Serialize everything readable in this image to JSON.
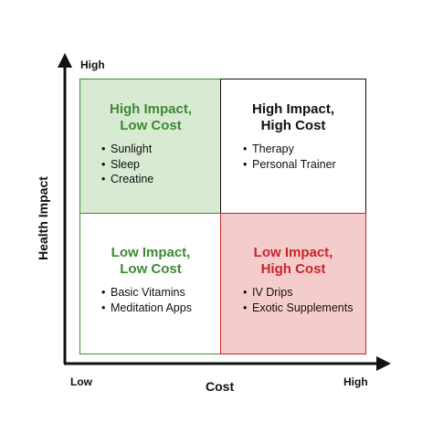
{
  "colors": {
    "green_accent": "#3d8a35",
    "red_accent": "#c8252c",
    "green_fill": "#d8ead2",
    "red_fill": "#f5cccc",
    "border_dark": "#111111"
  },
  "axes": {
    "y_title": "Health Impact",
    "x_title": "Cost",
    "y_high": "High",
    "x_low": "Low",
    "x_high": "High"
  },
  "quadrants": {
    "top_left": {
      "title": "High Impact,\nLow Cost",
      "items": [
        "Sunlight",
        "Sleep",
        "Creatine"
      ]
    },
    "top_right": {
      "title": "High Impact,\nHigh Cost",
      "items": [
        "Therapy",
        "Personal Trainer"
      ]
    },
    "bottom_left": {
      "title": "Low Impact,\nLow Cost",
      "items": [
        "Basic Vitamins",
        "Meditation Apps"
      ]
    },
    "bottom_right": {
      "title": "Low Impact,\nHigh Cost",
      "items": [
        "IV Drips",
        "Exotic Supplements"
      ]
    }
  }
}
